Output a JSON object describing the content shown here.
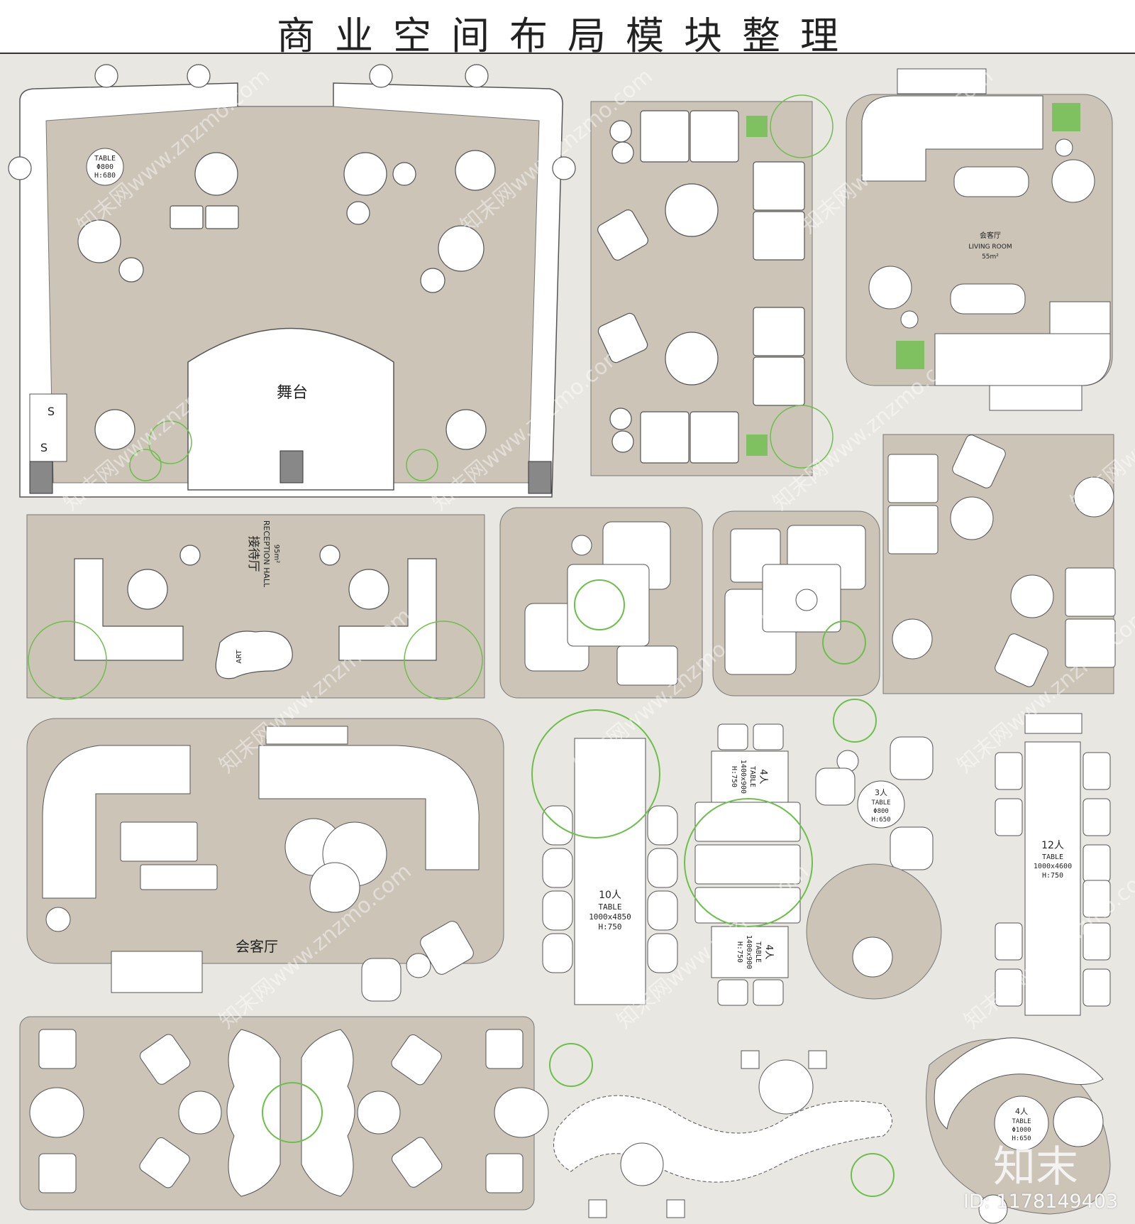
{
  "title": "商业空间布局模块整理",
  "colors": {
    "floor": "#cbc4b7",
    "background": "#e9e7e2",
    "plant": "#6cc04a",
    "line": "#555555",
    "furniture": "#ffffff"
  },
  "labels": {
    "stage": "舞台",
    "s1": "S",
    "s2": "S",
    "table_spec": [
      "TABLE",
      "Φ800",
      "H:680"
    ],
    "living_cn": "会客厅",
    "living_en": "LIVING ROOM",
    "living_area": "55m²",
    "reception_cn": "接待厅",
    "reception_en": "RECEPTION HALL",
    "reception_area": "95m²",
    "art": "ART",
    "lounge_cn": "会客厅",
    "t10": [
      "10人",
      "TABLE",
      "1000x4850",
      "H:750"
    ],
    "t4a": [
      "4人",
      "TABLE",
      "1400x900",
      "H:750"
    ],
    "t4b": [
      "4人",
      "TABLE",
      "1400x900",
      "H:750"
    ],
    "t3": [
      "3人",
      "TABLE",
      "Φ800",
      "H:650"
    ],
    "t12": [
      "12人",
      "TABLE",
      "1000x4600",
      "H:750"
    ],
    "t4c": [
      "4人",
      "TABLE",
      "Φ1000",
      "H:650"
    ]
  },
  "watermark": {
    "logo": "知末",
    "id": "ID: 1178149403",
    "site": "知末网www.znzmo.com"
  }
}
